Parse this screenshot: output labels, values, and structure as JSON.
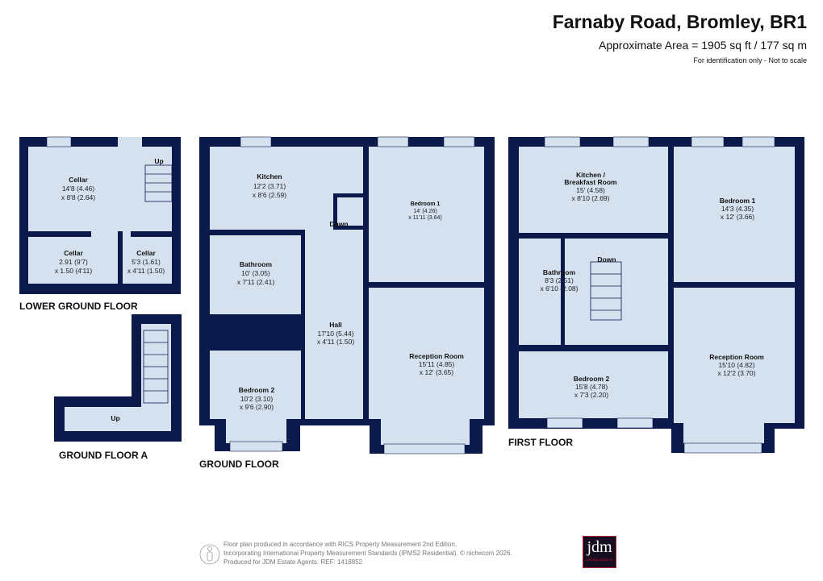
{
  "header": {
    "title": "Farnaby Road, Bromley, BR1",
    "area": "Approximate Area = 1905 sq ft / 177 sq m",
    "note": "For identification only - Not to scale"
  },
  "floors": {
    "lower_ground": {
      "label": "LOWER GROUND FLOOR",
      "rooms": [
        {
          "name": "Cellar",
          "dim1": "14'8 (4.46)",
          "dim2": "x 8'8 (2.64)"
        },
        {
          "name": "Cellar",
          "dim1": "2.91 (9'7)",
          "dim2": "x 1.50 (4'11)"
        },
        {
          "name": "Cellar",
          "dim1": "5'3 (1.61)",
          "dim2": "x 4'11 (1.50)"
        }
      ],
      "stairs": "Up"
    },
    "ground_a": {
      "label": "GROUND FLOOR A",
      "stairs": "Up"
    },
    "ground": {
      "label": "GROUND FLOOR",
      "stairs": "Down",
      "rooms": [
        {
          "name": "Kitchen",
          "dim1": "12'2 (3.71)",
          "dim2": "x 8'6 (2.59)"
        },
        {
          "name": "Bathroom",
          "dim1": "10' (3.05)",
          "dim2": "x 7'11 (2.41)"
        },
        {
          "name": "Hall",
          "dim1": "17'10 (5.44)",
          "dim2": "x 4'11 (1.50)"
        },
        {
          "name": "Bedroom 2",
          "dim1": "10'2 (3.10)",
          "dim2": "x 9'6 (2.90)"
        },
        {
          "name": "Bedroom 1",
          "dim1": "14' (4.26)",
          "dim2": "x 11'11 (3.64)"
        },
        {
          "name": "Reception Room",
          "dim1": "15'11 (4.85)",
          "dim2": "x 12' (3.65)"
        }
      ]
    },
    "first": {
      "label": "FIRST FLOOR",
      "stairs": "Down",
      "rooms": [
        {
          "name": "Kitchen /",
          "name2": "Breakfast Room",
          "dim1": "15' (4.58)",
          "dim2": "x 8'10 (2.69)"
        },
        {
          "name": "Bathroom",
          "dim1": "8'3 (2.51)",
          "dim2": "x 6'10 (2.08)"
        },
        {
          "name": "Bedroom 2",
          "dim1": "15'8 (4.78)",
          "dim2": "x 7'3 (2.20)"
        },
        {
          "name": "Bedroom 1",
          "dim1": "14'3 (4.35)",
          "dim2": "x 12' (3.66)"
        },
        {
          "name": "Reception Room",
          "dim1": "15'10 (4.82)",
          "dim2": "x 12'2 (3.70)"
        }
      ]
    }
  },
  "footer": {
    "lines": [
      "Floor plan produced in accordance with RICS Property Measurement 2nd Edition,",
      "Incorporating International Property Measurement Standards (IPMS2 Residential).   © nichecom 2026.",
      "Produced for JDM Estate Agents.   REF:  1418852"
    ],
    "logo": {
      "text": "jdm",
      "sub": "ESTATE AGENTS"
    }
  },
  "colors": {
    "wall": "#0c1a4b",
    "floor": "#d5e1ef",
    "logo_bg": "#160f1f",
    "logo_border": "#b3263a"
  }
}
